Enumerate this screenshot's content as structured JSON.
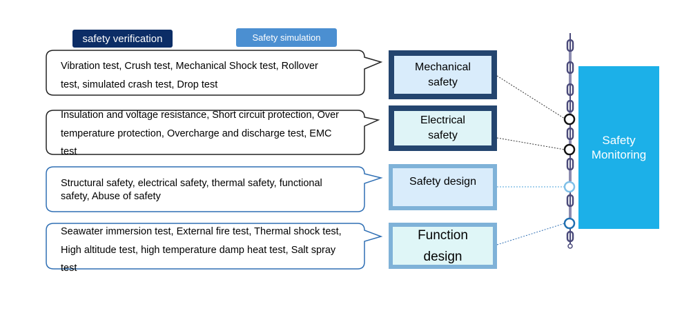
{
  "labels": {
    "verification": "safety verification",
    "simulation": "Safety simulation"
  },
  "callouts": [
    {
      "lines": [
        "Vibration test, Crush test, Mechanical Shock test, Rollover",
        "test, simulated crash test, Drop test"
      ]
    },
    {
      "lines": [
        "Insulation and voltage resistance, Short circuit protection, Over",
        "temperature protection, Overcharge and discharge test, EMC",
        "test"
      ]
    },
    {
      "lines": [
        "Structural safety, electrical safety, thermal safety, functional",
        "safety, Abuse of safety"
      ]
    },
    {
      "lines": [
        "Seawater immersion test, External fire test, Thermal shock test,",
        "High altitude test, high temperature damp heat test, Salt spray",
        "test"
      ]
    }
  ],
  "categories": {
    "mechanical": [
      "Mechanical",
      "safety"
    ],
    "electrical": [
      "Electrical",
      "safety"
    ],
    "design": "Safety design",
    "function": [
      "Function",
      "design"
    ]
  },
  "monitor": [
    "Safety",
    "Monitoring"
  ],
  "colors": {
    "navy": "#0c2d66",
    "mid_blue": "#4b8fd1",
    "dark_border": "#24456f",
    "light_border": "#7fb2d8",
    "monitor_blue": "#1cb0e8",
    "chain": "#4a4a7a"
  }
}
